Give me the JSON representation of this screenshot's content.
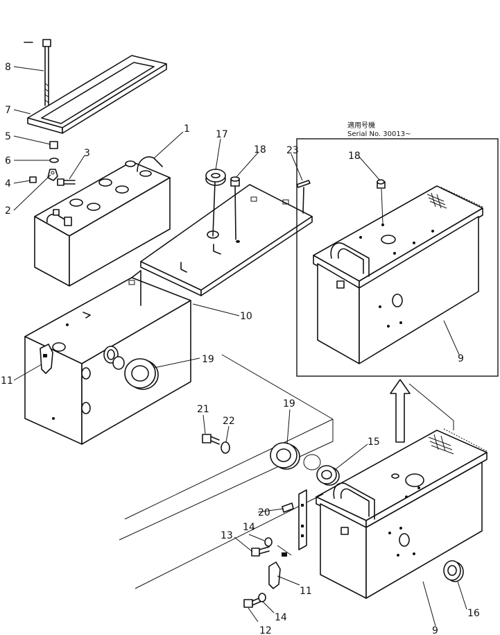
{
  "serial_note": {
    "heading": "適用号機",
    "serial": "Serial No. 30013~"
  },
  "callouts": {
    "c1": "1",
    "c2": "2",
    "c3": "3",
    "c4": "4",
    "c5": "5",
    "c6": "6",
    "c7": "7",
    "c8": "8",
    "c9a": "9",
    "c9b": "9",
    "c10": "10",
    "c11a": "11",
    "c11b": "11",
    "c12": "12",
    "c13": "13",
    "c14a": "14",
    "c14b": "14",
    "c15": "15",
    "c16": "16",
    "c17": "17",
    "c18a": "18",
    "c18b": "18",
    "c19a": "19",
    "c19b": "19",
    "c20": "20",
    "c21": "21",
    "c22": "22",
    "c23": "23"
  }
}
